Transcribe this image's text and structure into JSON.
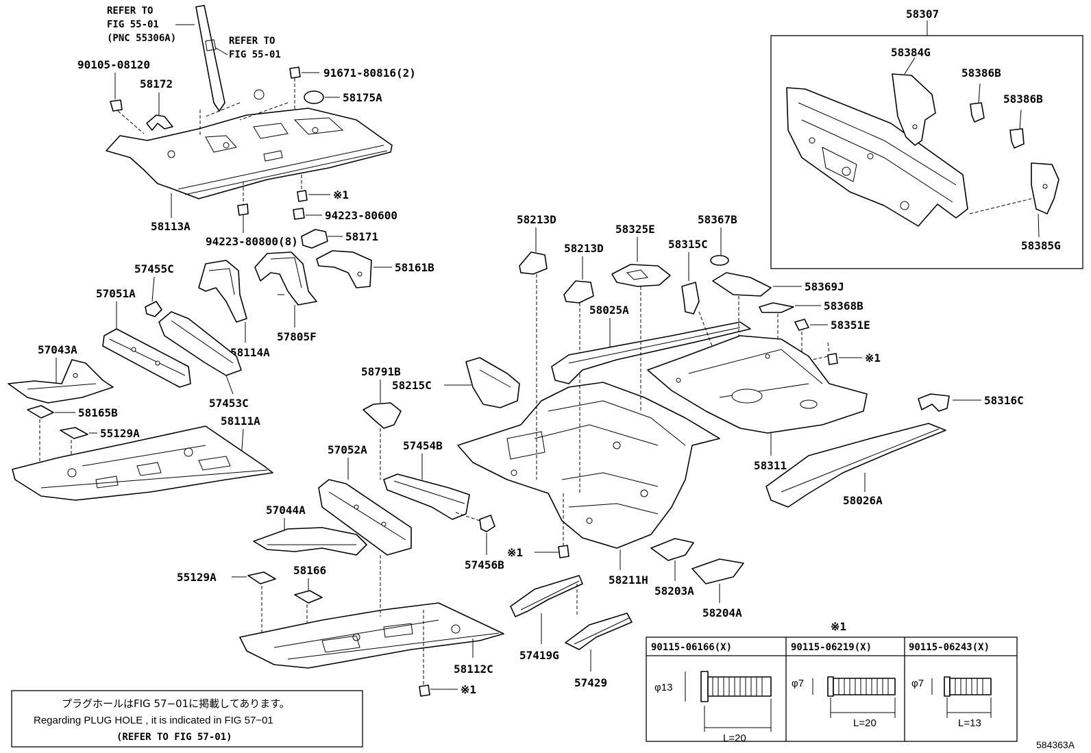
{
  "labels": {
    "l58307": "58307",
    "l58384G": "58384G",
    "l58386B_1": "58386B",
    "l58386B_2": "58386B",
    "l58385G": "58385G",
    "l90105": "90105-08120",
    "l58172": "58172",
    "l91671": "91671-80816(2)",
    "l58175A": "58175A",
    "l58113A": "58113A",
    "l_x1_a": "※1",
    "l94223_600": "94223-80600",
    "l94223_800": "94223-80800(8)",
    "l58171": "58171",
    "l58161B": "58161B",
    "l57455C": "57455C",
    "l57051A": "57051A",
    "l58114A": "58114A",
    "l57805F": "57805F",
    "l57043A": "57043A",
    "l57453C": "57453C",
    "l58165B": "58165B",
    "l55129A_1": "55129A",
    "l58111A": "58111A",
    "l58213D_1": "58213D",
    "l58213D_2": "58213D",
    "l58325E": "58325E",
    "l58367B": "58367B",
    "l58315C": "58315C",
    "l58369J": "58369J",
    "l58368B": "58368B",
    "l58351E": "58351E",
    "l58025A": "58025A",
    "l_x1_b": "※1",
    "l58791B": "58791B",
    "l58215C": "58215C",
    "l58316C": "58316C",
    "l58311": "58311",
    "l58026A": "58026A",
    "l57052A": "57052A",
    "l57454B": "57454B",
    "l57044A": "57044A",
    "l_x1_c": "※1",
    "l57456B": "57456B",
    "l58211H": "58211H",
    "l58203A": "58203A",
    "l58204A": "58204A",
    "l55129A_2": "55129A",
    "l58166": "58166",
    "l57419G": "57419G",
    "l57429": "57429",
    "l58112C": "58112C",
    "l_x1_d": "※1"
  },
  "refs": {
    "refer1_l1": "REFER TO",
    "refer1_l2": "FIG 55-01",
    "refer1_l3": "(PNC 55306A)",
    "refer2_l1": "REFER TO",
    "refer2_l2": "FIG 55-01"
  },
  "note": {
    "jp": "プラグホールはFIG 57−01に掲載してあります。",
    "en": "Regarding  PLUG  HOLE , it is indicated in  FIG  57−01",
    "ref": "(REFER TO FIG 57-01)"
  },
  "bolt_table": {
    "mark": "※1",
    "col1_header": "90115-06166(X)",
    "col2_header": "90115-06219(X)",
    "col3_header": "90115-06243(X)",
    "col1_dia": "φ13",
    "col2_dia": "φ7",
    "col3_dia": "φ7",
    "col1_len": "L=20",
    "col2_len": "L=20",
    "col3_len": "L=13"
  },
  "figure_id": "584363A"
}
